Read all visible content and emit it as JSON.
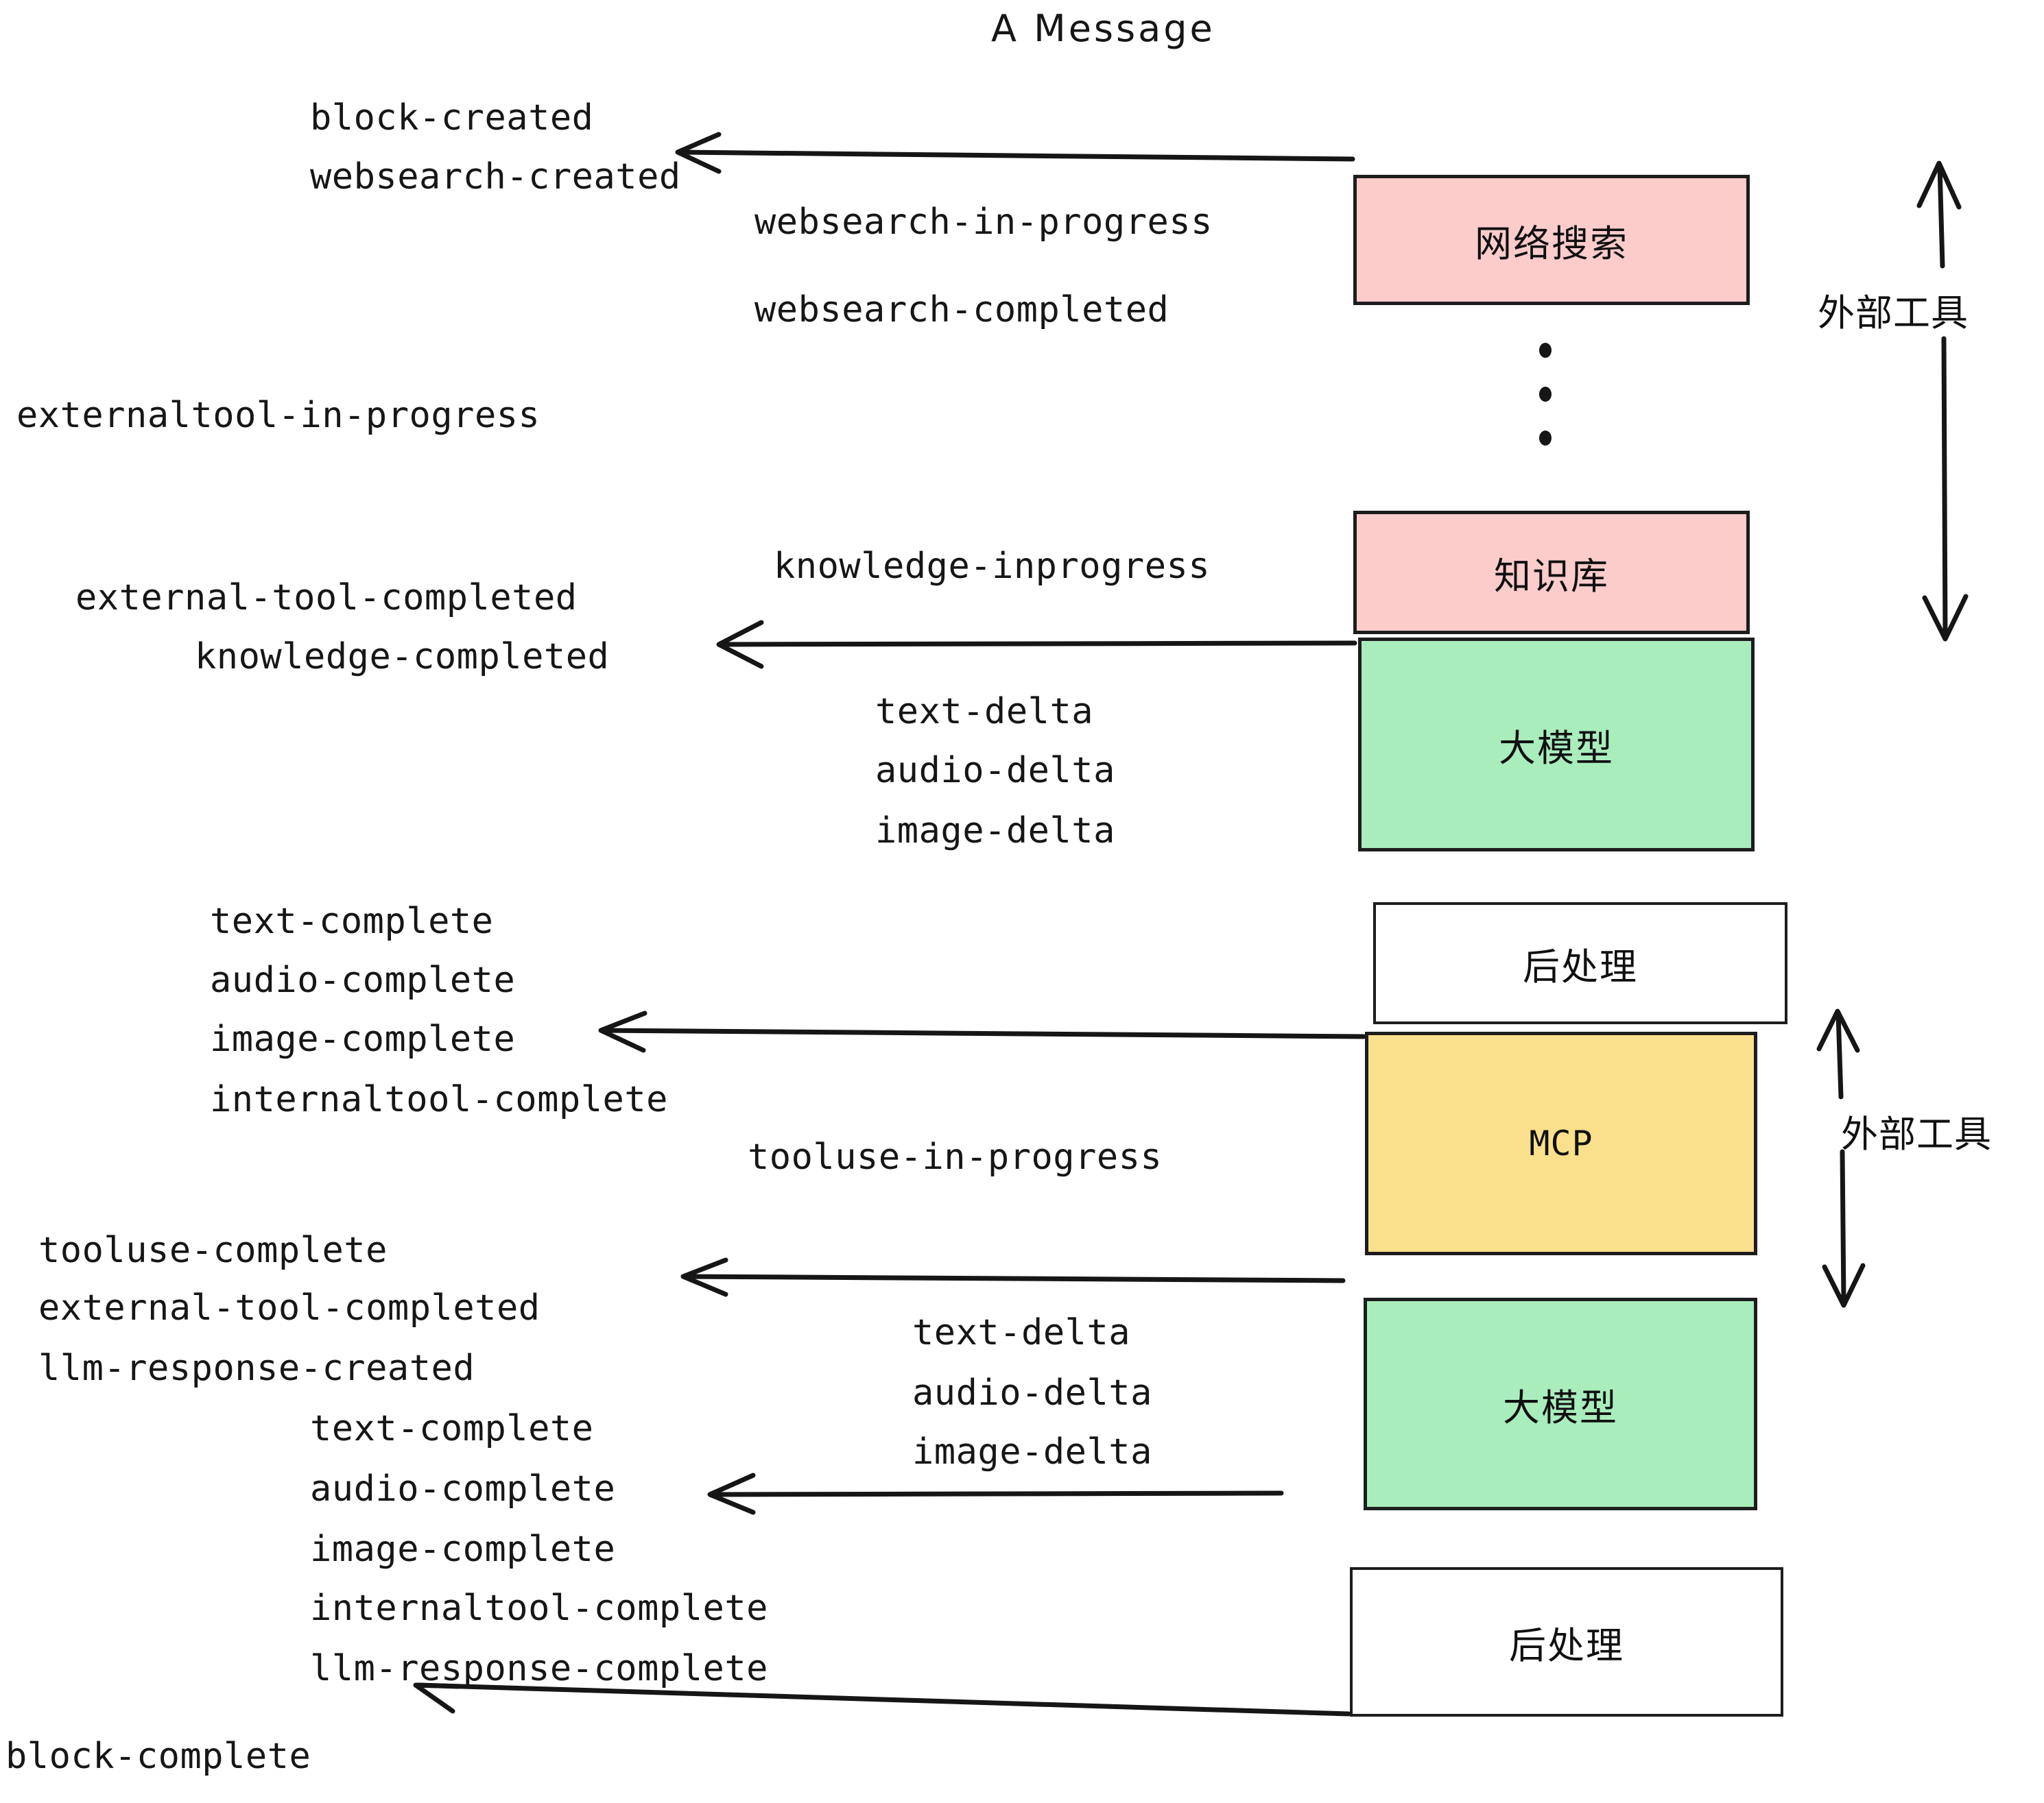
{
  "title": "A Message",
  "colors": {
    "pink": "#FCCCCB",
    "green": "#A9EDBD",
    "yellow": "#FAE08C",
    "white": "#FFFFFF",
    "stroke": "#1d1d1d",
    "text": "#161616",
    "background": "#FFFFFF"
  },
  "boxes": [
    {
      "id": "websearch",
      "label": "网络搜索",
      "fill": "pink"
    },
    {
      "id": "knowledge",
      "label": "知识库",
      "fill": "pink"
    },
    {
      "id": "llm-1",
      "label": "大模型",
      "fill": "green"
    },
    {
      "id": "postprocess-1",
      "label": "后处理",
      "fill": "white"
    },
    {
      "id": "mcp",
      "label": "MCP",
      "fill": "yellow"
    },
    {
      "id": "llm-2",
      "label": "大模型",
      "fill": "green"
    },
    {
      "id": "postprocess-2",
      "label": "后处理",
      "fill": "white"
    }
  ],
  "side_labels": [
    {
      "id": "external-tool-top",
      "text": "外部工具"
    },
    {
      "id": "external-tool-bottom",
      "text": "外部工具"
    }
  ],
  "events": [
    {
      "id": "block-created",
      "text": "block-created"
    },
    {
      "id": "websearch-created",
      "text": "websearch-created"
    },
    {
      "id": "websearch-in-progress",
      "text": "websearch-in-progress"
    },
    {
      "id": "websearch-completed",
      "text": "websearch-completed"
    },
    {
      "id": "externaltool-in-progress",
      "text": "externaltool-in-progress"
    },
    {
      "id": "knowledge-inprogress",
      "text": "knowledge-inprogress"
    },
    {
      "id": "external-tool-completed-1",
      "text": "external-tool-completed"
    },
    {
      "id": "knowledge-completed",
      "text": "knowledge-completed"
    },
    {
      "id": "text-delta-1",
      "text": "text-delta"
    },
    {
      "id": "audio-delta-1",
      "text": "audio-delta"
    },
    {
      "id": "image-delta-1",
      "text": "image-delta"
    },
    {
      "id": "text-complete-1",
      "text": "text-complete"
    },
    {
      "id": "audio-complete-1",
      "text": "audio-complete"
    },
    {
      "id": "image-complete-1",
      "text": "image-complete"
    },
    {
      "id": "internaltool-complete-1",
      "text": "internaltool-complete"
    },
    {
      "id": "tooluse-in-progress",
      "text": "tooluse-in-progress"
    },
    {
      "id": "tooluse-complete",
      "text": "tooluse-complete"
    },
    {
      "id": "external-tool-completed-2",
      "text": "external-tool-completed"
    },
    {
      "id": "llm-response-created",
      "text": "llm-response-created"
    },
    {
      "id": "text-delta-2",
      "text": "text-delta"
    },
    {
      "id": "audio-delta-2",
      "text": "audio-delta"
    },
    {
      "id": "image-delta-2",
      "text": "image-delta"
    },
    {
      "id": "text-complete-2",
      "text": "text-complete"
    },
    {
      "id": "audio-complete-2",
      "text": "audio-complete"
    },
    {
      "id": "image-complete-2",
      "text": "image-complete"
    },
    {
      "id": "internaltool-complete-2",
      "text": "internaltool-complete"
    },
    {
      "id": "llm-response-complete",
      "text": "llm-response-complete"
    },
    {
      "id": "block-complete",
      "text": "block-complete"
    }
  ],
  "arrows": [
    {
      "id": "arrow-websearch-to-events",
      "direction": "left"
    },
    {
      "id": "arrow-knowledge-to-events",
      "direction": "left"
    },
    {
      "id": "arrow-postprocess1-to-events",
      "direction": "left"
    },
    {
      "id": "arrow-mcp-to-events",
      "direction": "left"
    },
    {
      "id": "arrow-llm2-to-events",
      "direction": "left"
    },
    {
      "id": "arrow-postprocess2-to-events",
      "direction": "left"
    },
    {
      "id": "arrow-external-tool-up-1",
      "direction": "up"
    },
    {
      "id": "arrow-external-tool-down-1",
      "direction": "down"
    },
    {
      "id": "arrow-external-tool-up-2",
      "direction": "up"
    },
    {
      "id": "arrow-external-tool-down-2",
      "direction": "down"
    }
  ],
  "ellipsis": {
    "id": "vertical-ellipsis",
    "dot_count": 3
  }
}
